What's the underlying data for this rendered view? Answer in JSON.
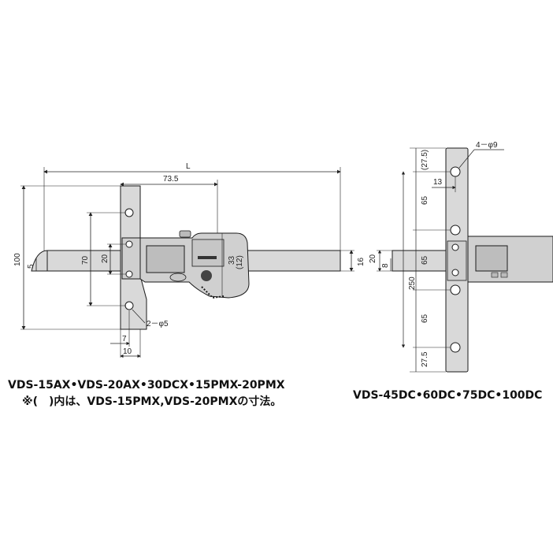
{
  "left_figure": {
    "dims": {
      "L": "L",
      "d73_5": "73.5",
      "d100": "100",
      "d5": "5",
      "d70": "70",
      "d20": "20",
      "d33": "33",
      "d12": "(12)",
      "d16": "16",
      "hole": "2－φ5",
      "d7": "7",
      "d10": "10"
    },
    "caption_models": "VDS-15AX•VDS-20AX•30DCX•15PMX-20PMX",
    "caption_note": "※(　)内は、VDS-15PMX,VDS-20PMXの寸法。"
  },
  "right_figure": {
    "dims": {
      "d27_5_top": "(27.5)",
      "hole": "4－φ9",
      "d13": "13",
      "d65_a": "65",
      "d20": "20",
      "d8": "8",
      "d65_b": "65",
      "d250": "250",
      "d65_c": "65",
      "d27_5_bot": "27.5"
    },
    "caption_models": "VDS-45DC•60DC•75DC•100DC"
  },
  "colors": {
    "body_fill": "#d9d9d9",
    "line": "#1a1a1a"
  }
}
